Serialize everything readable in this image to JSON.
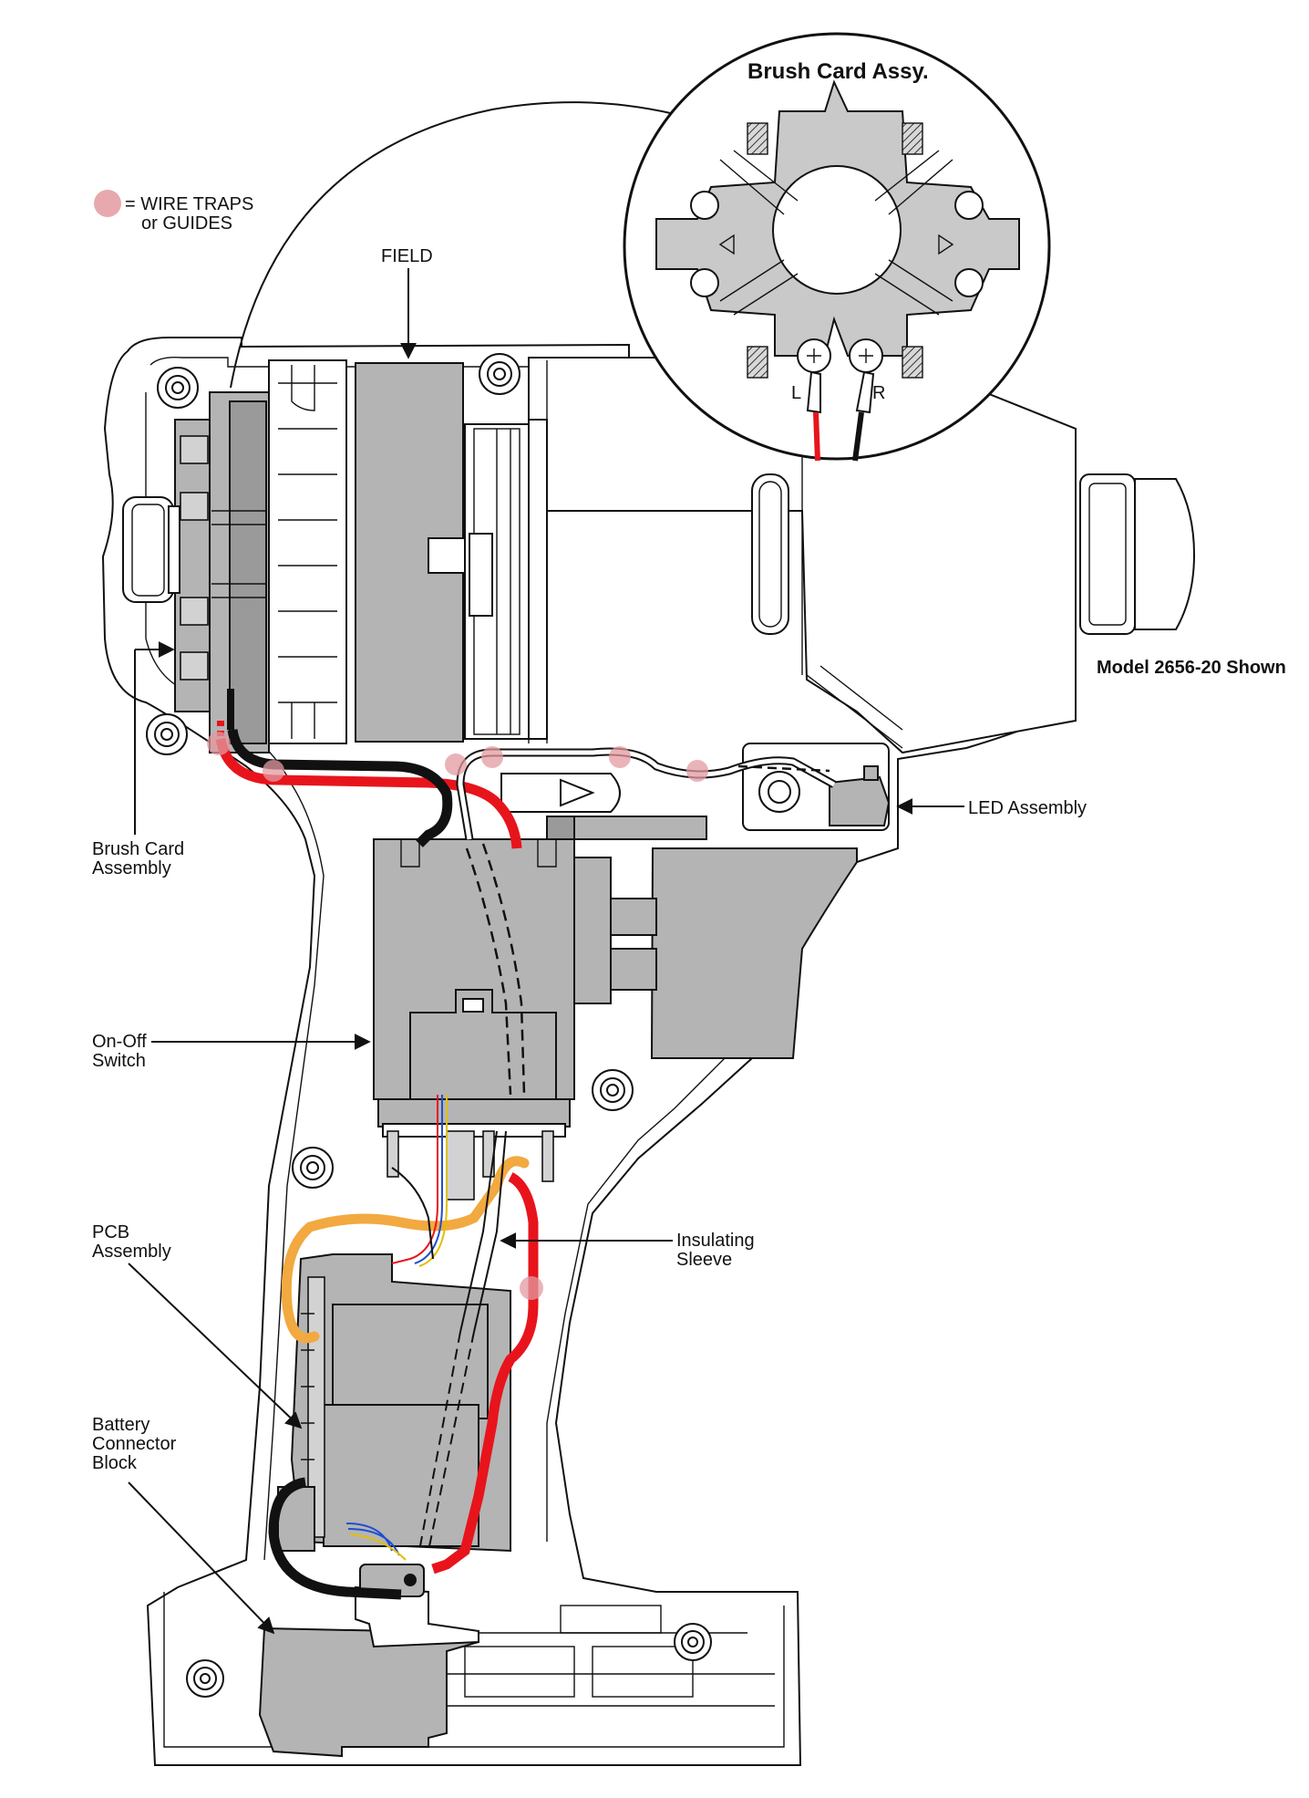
{
  "legend": {
    "line1": "= WIRE TRAPS",
    "line2": "or GUIDES",
    "marker_color": "#e39aa0"
  },
  "inset": {
    "title": "Brush Card Assy.",
    "left_label": "L",
    "right_label": "R"
  },
  "labels": {
    "field": "FIELD",
    "model": "Model 2656-20 Shown",
    "led": "LED Assembly",
    "brush_card": [
      "Brush Card",
      "Assembly"
    ],
    "switch": [
      "On-Off",
      "Switch"
    ],
    "pcb": [
      "PCB",
      "Assembly"
    ],
    "sleeve": [
      "Insulating",
      "Sleeve"
    ],
    "battery": [
      "Battery",
      "Connector",
      "Block"
    ]
  },
  "colors": {
    "red_wire": "#e8141c",
    "black_wire": "#111111",
    "orange_wire": "#f2a940",
    "part_gray": "#b4b4b4"
  }
}
